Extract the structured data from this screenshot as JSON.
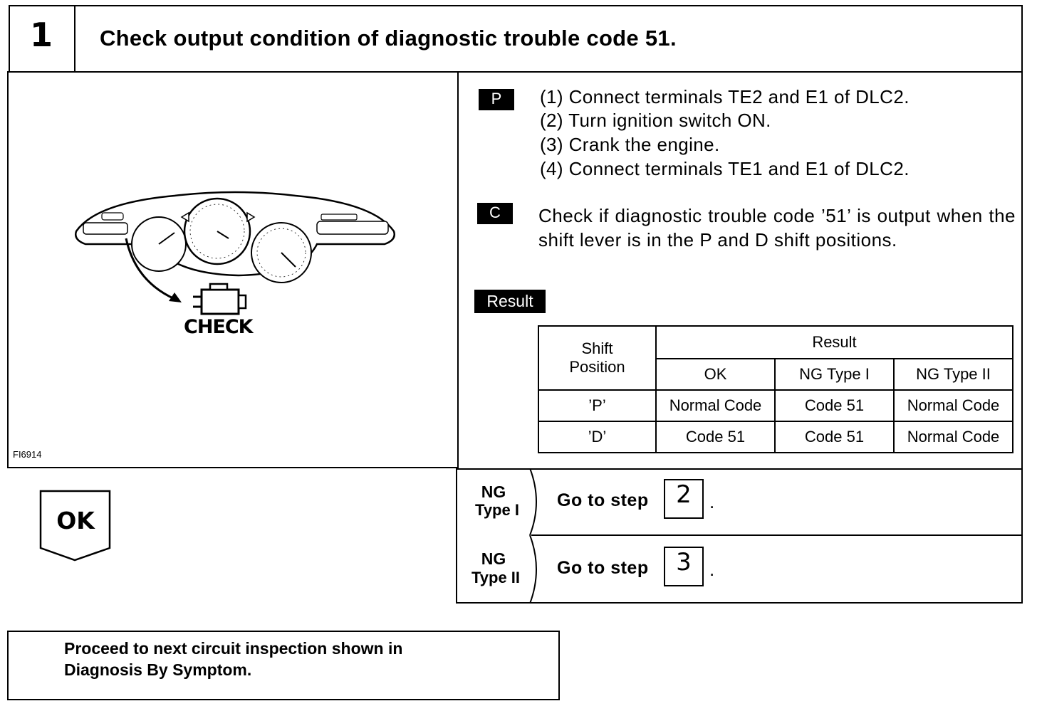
{
  "step": {
    "number": "1",
    "title": "Check output condition of diagnostic trouble code 51."
  },
  "illustration": {
    "caption": "CHECK",
    "figure_id": "FI6914"
  },
  "prepare": {
    "tag": "P",
    "steps": [
      "(1) Connect terminals TE2 and E1 of DLC2.",
      "(2) Turn ignition switch ON.",
      "(3) Crank the engine.",
      "(4) Connect terminals TE1 and E1 of DLC2."
    ]
  },
  "check": {
    "tag": "C",
    "text": "Check if diagnostic trouble code ’51’ is output when the shift lever is in the P and D shift positions."
  },
  "result": {
    "tag": "Result",
    "table": {
      "row_header": "Shift Position",
      "group_header": "Result",
      "columns": [
        "OK",
        "NG Type I",
        "NG Type II"
      ],
      "rows": [
        {
          "label": "’P’",
          "values": [
            "Normal Code",
            "Code 51",
            "Normal Code"
          ]
        },
        {
          "label": "’D’",
          "values": [
            "Code 51",
            "Code 51",
            "Normal Code"
          ]
        }
      ]
    }
  },
  "ok": {
    "label": "OK"
  },
  "branches": [
    {
      "line1": "NG",
      "line2": "Type I",
      "text": "Go to step",
      "step": "2",
      "dot": "."
    },
    {
      "line1": "NG",
      "line2": "Type II",
      "text": "Go to step",
      "step": "3",
      "dot": "."
    }
  ],
  "proceed": {
    "line1": "Proceed to next circuit inspection shown in",
    "line2": "Diagnosis By Symptom."
  }
}
